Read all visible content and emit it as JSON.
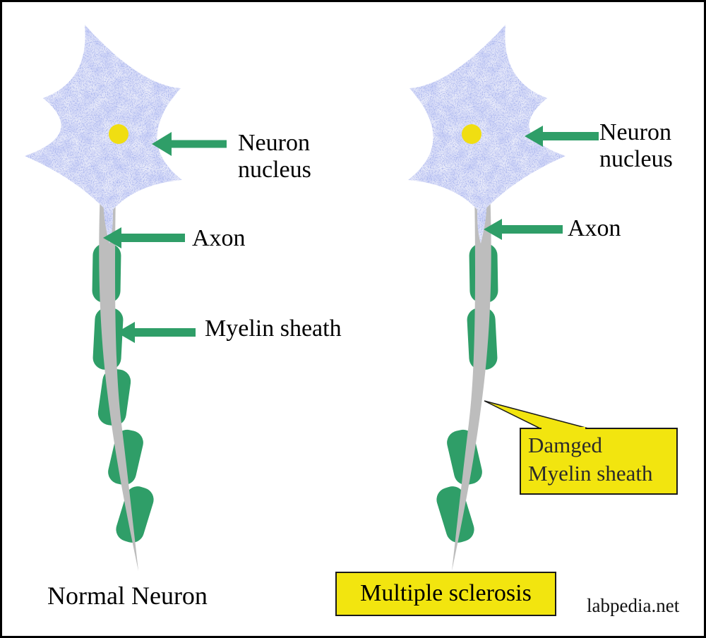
{
  "image": {
    "description": "Comparison diagram of a normal neuron and a neuron with damaged myelin sheath in multiple sclerosis"
  },
  "colors": {
    "arrow_green": "#2f9e68",
    "myelin_green": "#2f9e68",
    "axon_gray": "#bdbdbd",
    "cell_blue": "#5c6bd6",
    "nucleus_yellow": "#f0de12",
    "box_yellow": "#f2e50f",
    "text_black": "#000000"
  },
  "left_neuron": {
    "caption": "Normal Neuron",
    "labels": {
      "nucleus_line1": "Neuron",
      "nucleus_line2": "nucleus",
      "axon": "Axon",
      "myelin": "Myelin sheath"
    }
  },
  "right_neuron": {
    "caption": "Multiple sclerosis",
    "labels": {
      "nucleus_line1": "Neuron",
      "nucleus_line2": "nucleus",
      "axon": "Axon",
      "damaged_line1": "Damged",
      "damaged_line2": "Myelin sheath"
    }
  },
  "watermark": "labpedia.net"
}
